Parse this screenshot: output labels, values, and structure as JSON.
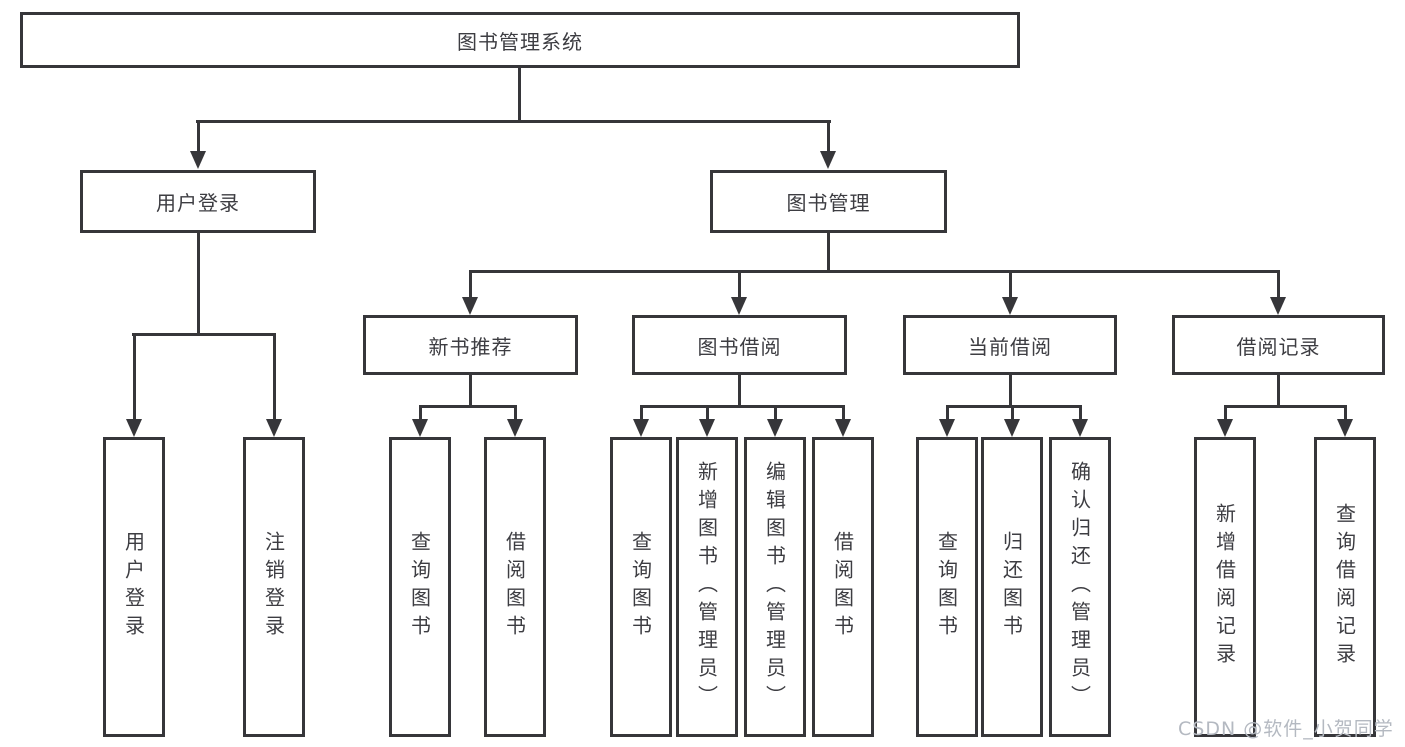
{
  "diagram": {
    "root": {
      "label": "图书管理系统"
    },
    "children": [
      {
        "label": "用户登录",
        "children": [
          {
            "label": "用户登录"
          },
          {
            "label": "注销登录"
          }
        ]
      },
      {
        "label": "图书管理",
        "children": [
          {
            "label": "新书推荐",
            "children": [
              {
                "label": "查询图书"
              },
              {
                "label": "借阅图书"
              }
            ]
          },
          {
            "label": "图书借阅",
            "children": [
              {
                "label": "查询图书"
              },
              {
                "label": "新增图书（管理员）"
              },
              {
                "label": "编辑图书（管理员）"
              },
              {
                "label": "借阅图书"
              }
            ]
          },
          {
            "label": "当前借阅",
            "children": [
              {
                "label": "查询图书"
              },
              {
                "label": "归还图书"
              },
              {
                "label": "确认归还（管理员）"
              }
            ]
          },
          {
            "label": "借阅记录",
            "children": [
              {
                "label": "新增借阅记录"
              },
              {
                "label": "查询借阅记录"
              }
            ]
          }
        ]
      }
    ]
  },
  "watermark": "CSDN @软件_小贺同学",
  "colors": {
    "line": "#36363a",
    "text": "#3d3d42",
    "watermark": "#b4b9c1",
    "background": "#ffffff"
  }
}
